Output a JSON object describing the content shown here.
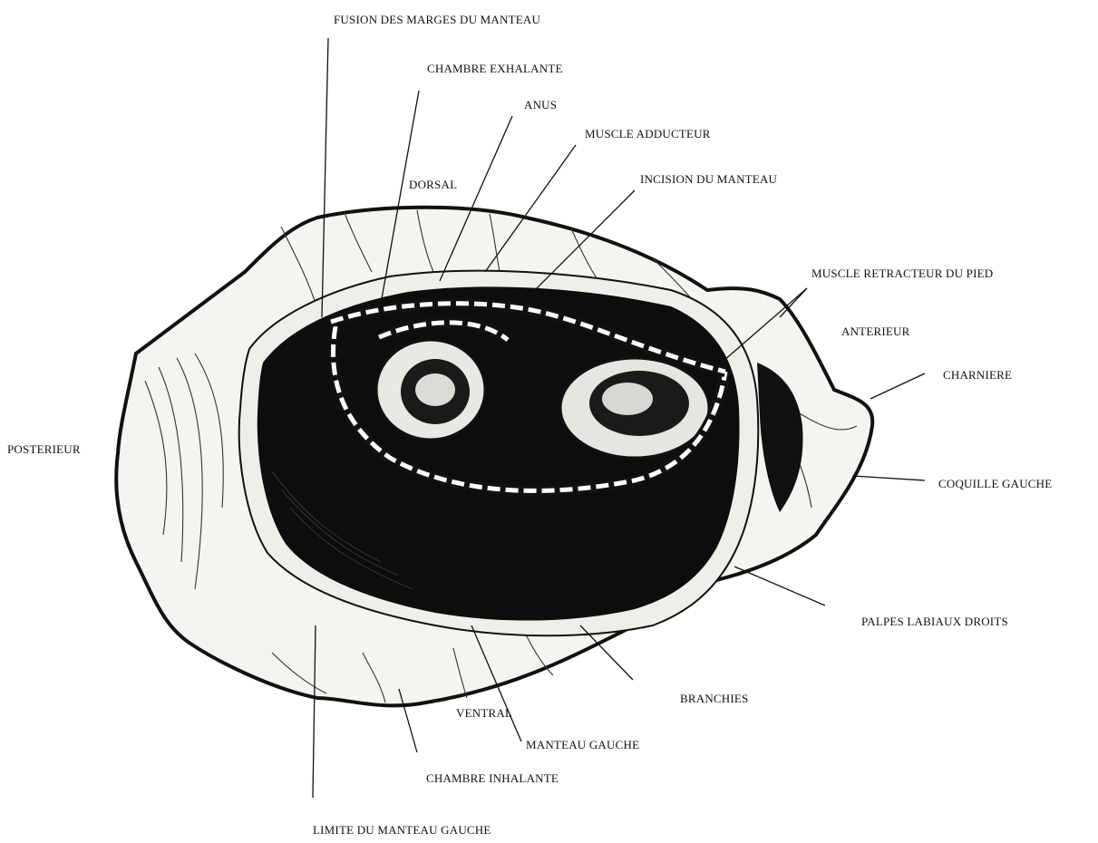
{
  "labels": {
    "fusion": "FUSION DES MARGES DU MANTEAU",
    "chambre_exhalante": "CHAMBRE EXHALANTE",
    "anus": "ANUS",
    "muscle_adducteur": "MUSCLE ADDUCTEUR",
    "dorsal": "DORSAL",
    "incision": "INCISION DU MANTEAU",
    "muscle_retracteur": "MUSCLE RETRACTEUR DU PIED",
    "anterieur": "ANTERIEUR",
    "charniere": "CHARNIERE",
    "posterieur": "POSTERIEUR",
    "coquille_gauche": "COQUILLE GAUCHE",
    "palpes": "PALPES LABIAUX DROITS",
    "branchies": "BRANCHIES",
    "ventral": "VENTRAL",
    "manteau_gauche": "MANTEAU GAUCHE",
    "chambre_inhalante": "CHAMBRE INHALANTE",
    "limite": "LIMITE DU MANTEAU GAUCHE"
  }
}
